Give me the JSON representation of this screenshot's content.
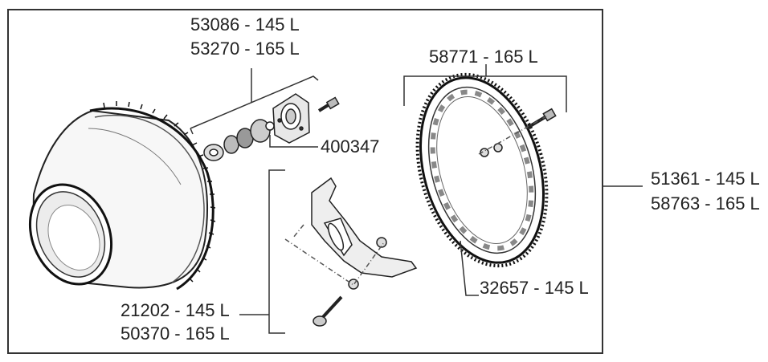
{
  "labels": {
    "hub_145": "53086 - 145 L",
    "hub_165": "53270 - 165 L",
    "ring_165": "58771 - 165 L",
    "plate": "400347",
    "assembly_145": "51361 - 145 L",
    "assembly_165": "58763 - 165 L",
    "gear_ring_145": "32657 - 145 L",
    "bracket_145": "21202 - 145 L",
    "bracket_165": "50370 - 165 L"
  }
}
